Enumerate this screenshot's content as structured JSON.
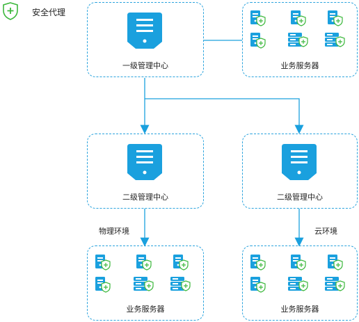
{
  "legend": {
    "label": "安全代理"
  },
  "nodes": {
    "top_center": {
      "label": "一级管理中心"
    },
    "top_servers": {
      "label": "业务服务器"
    },
    "mid_left": {
      "label": "二级管理中心"
    },
    "mid_right": {
      "label": "二级管理中心"
    },
    "bottom_left": {
      "label": "业务服务器"
    },
    "bottom_right": {
      "label": "业务服务器"
    }
  },
  "edges": {
    "left_label": "物理环境",
    "right_label": "云环境"
  },
  "colors": {
    "primary_blue": "#1aa0de",
    "shield_green": "#3cb83c",
    "dashed_border": "#2aa3dd"
  }
}
